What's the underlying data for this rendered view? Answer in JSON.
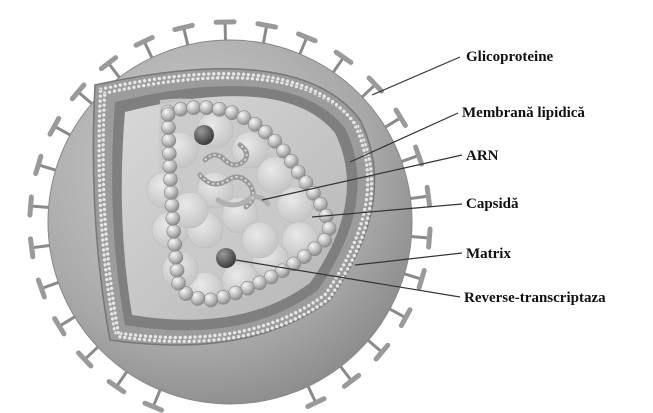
{
  "labels": [
    {
      "id": "glycoproteins",
      "text": "Glicoproteine"
    },
    {
      "id": "lipid-membrane",
      "text": "Membrană lipidică"
    },
    {
      "id": "rna",
      "text": "ARN"
    },
    {
      "id": "capsid",
      "text": "Capsidă"
    },
    {
      "id": "matrix",
      "text": "Matrix"
    },
    {
      "id": "reverse-transcriptase",
      "text": "Reverse-transcriptaza"
    }
  ],
  "colors": {
    "envelope_outer": "#a9a9a9",
    "envelope_inner": "#8f8f8f",
    "membrane_dots": "#e6e6e6",
    "capsid_fill": "#cfcfcf",
    "bead": "#c4c4c4",
    "leader_line": "#333333",
    "label_text": "#111111"
  }
}
